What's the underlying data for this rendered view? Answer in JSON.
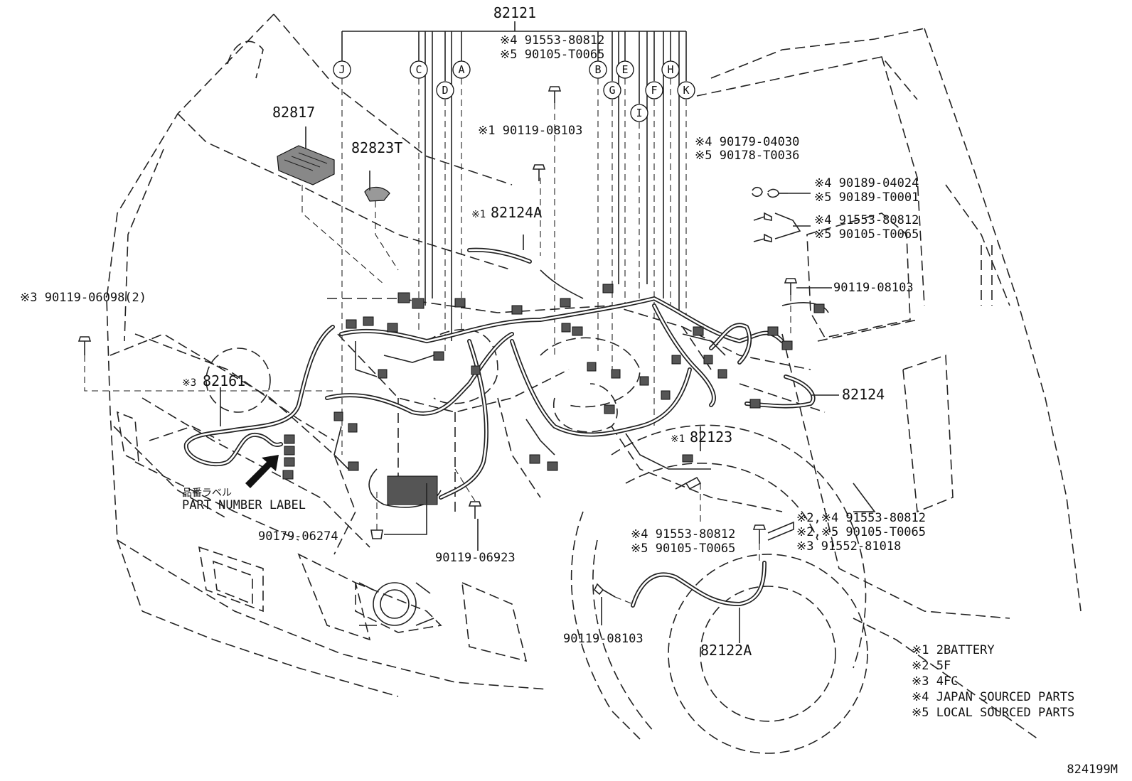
{
  "diagram": {
    "main_part": "82121",
    "branch_letters": [
      "J",
      "C",
      "D",
      "A",
      "B",
      "G",
      "E",
      "I",
      "F",
      "H",
      "K"
    ],
    "labels": {
      "p82817": "82817",
      "p82823t": "82823T",
      "p82124a": "82124A",
      "p82161_mark": "※3",
      "p82161": "82161",
      "p82124": "82124",
      "p82123_mark": "※1",
      "p82123": "82123",
      "p82122a": "82122A",
      "top_bolt_1": "※4 91553-80812",
      "top_bolt_2": "※5 90105-T0065",
      "bolt_08103_top": "※1 90119-08103",
      "nut_04030": "※4 90179-04030",
      "nut_t0036": "※5 90178-T0036",
      "clip_04024": "※4 90189-04024",
      "clip_t0001": "※5 90189-T0001",
      "right_bolt_1": "※4 91553-80812",
      "right_bolt_2": "※5 90105-T0065",
      "bolt_08103_right": "90119-08103",
      "bolt_06098": "※3  90119-06098(2)",
      "label_jp": "品番ラベル",
      "label_en": "PART NUMBER LABEL",
      "nut_06274": "90179-06274",
      "bolt_06923": "90119-06923",
      "mid_bolt_1": "※4 91553-80812",
      "mid_bolt_2": "※5 90105-T0065",
      "bolt_08103_low": "90119-08103",
      "fender_bolt_1": "※2,※4 91553-80812",
      "fender_bolt_2": "※2,※5 90105-T0065",
      "fender_bolt_3": "※3 91552-81018"
    },
    "notes": [
      "※1 2BATTERY",
      "※2 5F",
      "※3 4FC",
      "※4 JAPAN SOURCED PARTS",
      "※5 LOCAL SOURCED PARTS"
    ],
    "diagram_code": "824199M"
  }
}
